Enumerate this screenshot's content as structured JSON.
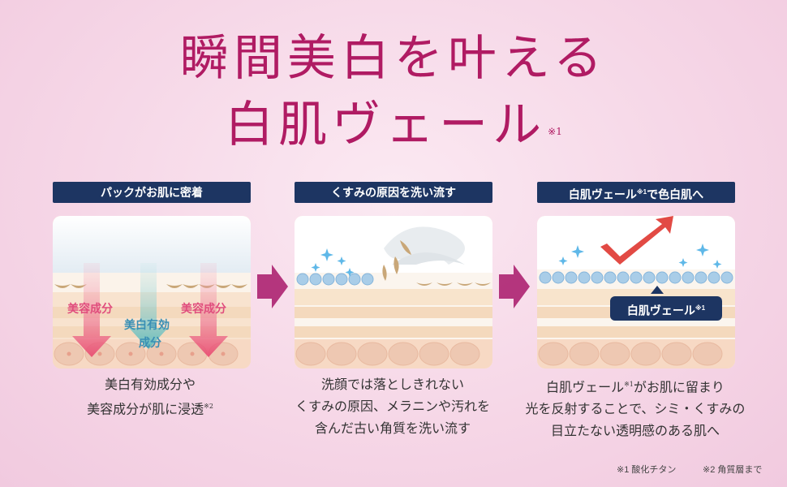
{
  "headline": {
    "line1": "瞬間美白を叶える",
    "line2": "白肌ヴェール",
    "line2_note": "※1"
  },
  "panels": [
    {
      "title": "パックがお肌に密着",
      "labels": {
        "left": "美容成分",
        "right": "美容成分",
        "center1": "美白有効",
        "center2": "成分"
      },
      "caption1": "美白有効成分や",
      "caption2": "美容成分が肌に浸透",
      "caption2_note": "※2"
    },
    {
      "title": "くすみの原因を洗い流す",
      "caption1": "洗顔では落としきれない",
      "caption2": "くすみの原因、メラニンや汚れを",
      "caption3": "含んだ古い角質を洗い流す"
    },
    {
      "title_pre": "白肌ヴェール",
      "title_note": "※1",
      "title_post": "で色白肌へ",
      "badge": "白肌ヴェール",
      "badge_note": "※1",
      "caption1_pre": "白肌ヴェール",
      "caption1_note": "※1",
      "caption1_post": "がお肌に留まり",
      "caption2": "光を反射することで、シミ・くすみの",
      "caption3": "目立たない透明感のある肌へ"
    }
  ],
  "footnotes": [
    "※1 酸化チタン",
    "※2 角質層まで"
  ],
  "colors": {
    "title": "#b01b63",
    "navy": "#1d3562",
    "pink_label": "#e04d7d",
    "teal_label": "#3a8fb4",
    "arrow": "#a8176a"
  }
}
